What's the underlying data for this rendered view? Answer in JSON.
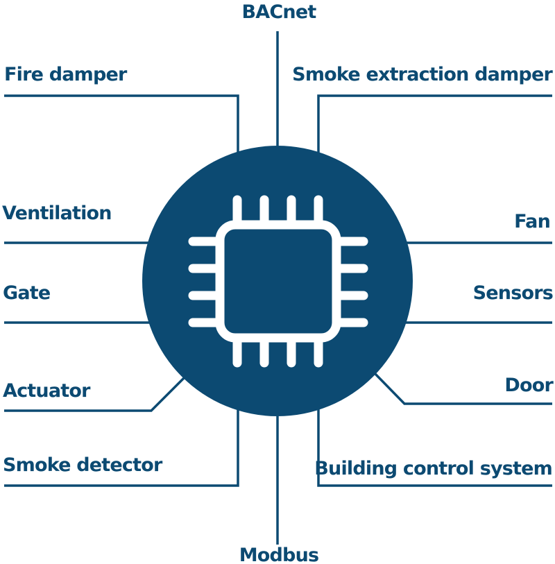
{
  "colors": {
    "primary": "#0c4a72",
    "background": "#ffffff",
    "chip_outline": "#ffffff"
  },
  "center": {
    "icon": "microchip-icon"
  },
  "labels": {
    "top": "BACnet",
    "bottom": "Modbus",
    "left": [
      "Fire damper",
      "Ventilation",
      "Gate",
      "Actuator",
      "Smoke detector"
    ],
    "right": [
      "Smoke extraction damper",
      "Fan",
      "Sensors",
      "Door",
      "Building control system"
    ]
  }
}
